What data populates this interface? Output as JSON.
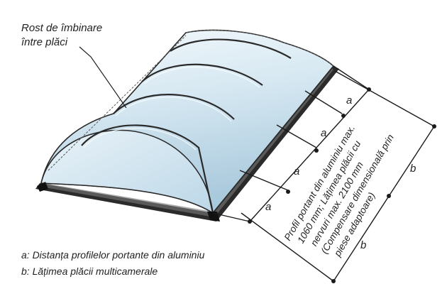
{
  "callout": {
    "line1": "Rost de îmbinare",
    "line2": "între plăci"
  },
  "dimensions": {
    "a_label": "a",
    "b_label": "b",
    "rotated_lines": [
      "Profil portant din aluminiu max.",
      "1060 mm; Lățimea plăcii cu",
      "nervuri max. 2100 mm",
      "(Compensare dimensională prin",
      "piese adaptoare)"
    ]
  },
  "legend": {
    "a": "a: Distanța profilelor portante din aluminiu",
    "b": "b: Lățimea plăcii multicamerale"
  },
  "colors": {
    "glass_light": "#eef6fb",
    "glass_mid": "#c9e0ee",
    "glass_dark": "#8fb6cf",
    "frame": "#2a2a2a",
    "line": "#1a1a1a"
  }
}
